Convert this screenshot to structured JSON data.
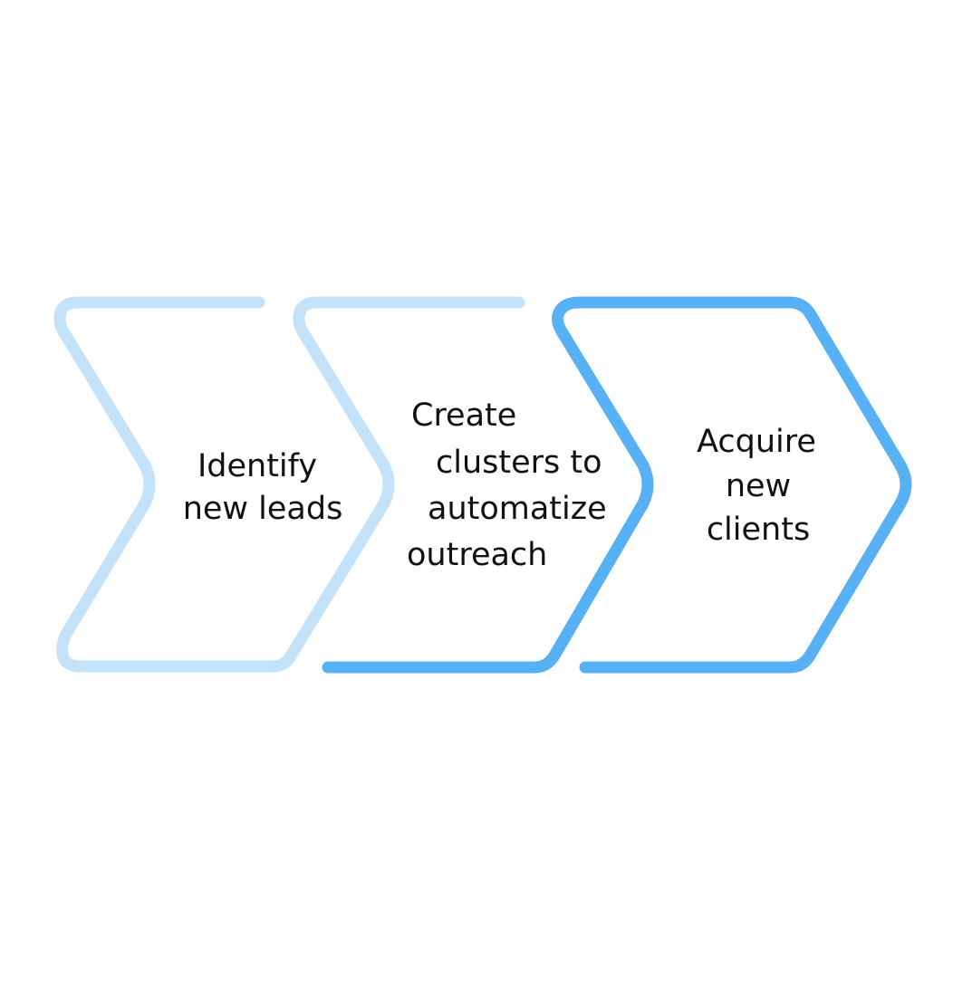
{
  "colors": {
    "light_stroke": "#c4e2fa",
    "dark_stroke": "#58b0f5",
    "text": "#111111",
    "background": "#ffffff"
  },
  "steps": [
    {
      "lines": [
        "Identify",
        "new leads"
      ]
    },
    {
      "lines": [
        "Create",
        "clusters to",
        "automatize",
        "outreach"
      ]
    },
    {
      "lines": [
        "Acquire",
        "new",
        "clients"
      ]
    }
  ]
}
